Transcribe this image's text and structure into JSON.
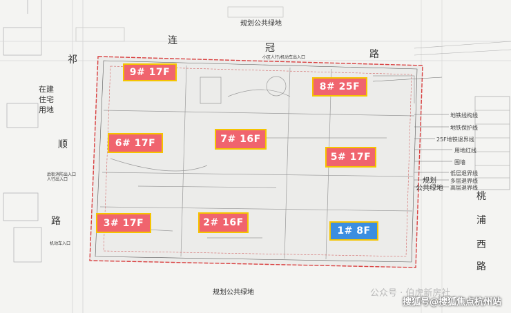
{
  "plan": {
    "labels": {
      "green_top": "规划公共绿地",
      "green_bottom": "规划公共绿地",
      "green_right": "规划\n公共绿地",
      "residential_left": "在建\n住宅\n用地",
      "gate_top": "小区人行/机动车出入口",
      "gate_left_fire": "后街消防出入口\n人行出入口",
      "gate_left_vehicle": "机动车入口"
    },
    "roads": {
      "top": [
        "连",
        "冠",
        "路"
      ],
      "left": [
        "祁",
        "顺",
        "路"
      ],
      "right": [
        "桃",
        "浦",
        "西",
        "路"
      ]
    },
    "right_notes": [
      "地铁线构线",
      "地铁保护线",
      "25F地铁退界线",
      "用地红线",
      "围墙",
      "低层退界线",
      "多层退界线",
      "高层退界线"
    ],
    "buildings": [
      {
        "id": "9",
        "label": "9# 17F",
        "type": "high"
      },
      {
        "id": "8",
        "label": "8# 25F",
        "type": "high"
      },
      {
        "id": "7",
        "label": "7# 16F",
        "type": "high"
      },
      {
        "id": "6",
        "label": "6# 17F",
        "type": "high"
      },
      {
        "id": "5",
        "label": "5# 17F",
        "type": "high"
      },
      {
        "id": "3",
        "label": "3# 17F",
        "type": "high"
      },
      {
        "id": "2",
        "label": "2# 16F",
        "type": "high"
      },
      {
        "id": "1",
        "label": "1# 8F",
        "type": "low"
      }
    ]
  },
  "watermarks": {
    "wechat": "公众号 · 伯虎新房社",
    "sohu": "搜狐号@搜狐焦点杭州站"
  },
  "colors": {
    "high_rise": "#f0646e",
    "low_rise": "#3b8ee0",
    "border": "#f5c400",
    "site_line": "#d94040"
  }
}
